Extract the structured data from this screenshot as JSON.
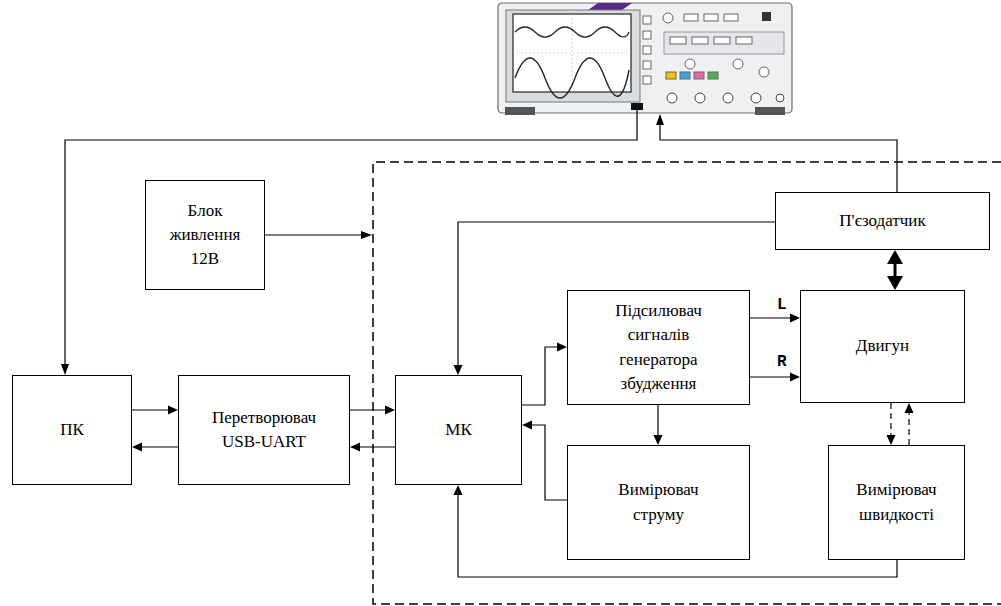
{
  "diagram": {
    "nodes": [
      {
        "text": [
          "Блок живлення 12В"
        ]
      },
      {
        "text": [
          "П'єзодатчик"
        ]
      },
      {
        "text": [
          "Підсилювач сигналів генератора збудження"
        ]
      },
      {
        "text": [
          "Двигун"
        ]
      },
      {
        "text": [
          "ПК"
        ]
      },
      {
        "text": [
          "Перетворювач USB-UART"
        ]
      },
      {
        "text": [
          "МК"
        ]
      },
      {
        "text": [
          "Вимірювач струму"
        ]
      },
      {
        "text": [
          "Вимірювач швидкості"
        ]
      }
    ],
    "edges": [
      {
        "from": 4,
        "to": 5,
        "arrow": "to"
      },
      {
        "from": 5,
        "to": 4,
        "arrow": "to"
      },
      {
        "from": 5,
        "to": 6,
        "arrow": "to"
      },
      {
        "from": 6,
        "to": 5,
        "arrow": "to"
      },
      {
        "from": 6,
        "to": 2,
        "arrow": "to"
      },
      {
        "from": 2,
        "to": 3,
        "label": "L",
        "arrow": "to"
      },
      {
        "from": 2,
        "to": 3,
        "label": "R",
        "arrow": "to"
      },
      {
        "from": 2,
        "to": 7,
        "arrow": "to"
      },
      {
        "from": 7,
        "to": 6,
        "arrow": "to"
      },
      {
        "from": 1,
        "to": 3,
        "arrow": "both"
      },
      {
        "from": 1,
        "to": 6,
        "arrow": "to"
      },
      {
        "from": 3,
        "to": 8,
        "arrow": "to"
      },
      {
        "from": 8,
        "to": 3,
        "arrow": "to"
      },
      {
        "from": 8,
        "to": 6,
        "arrow": "to"
      }
    ]
  }
}
